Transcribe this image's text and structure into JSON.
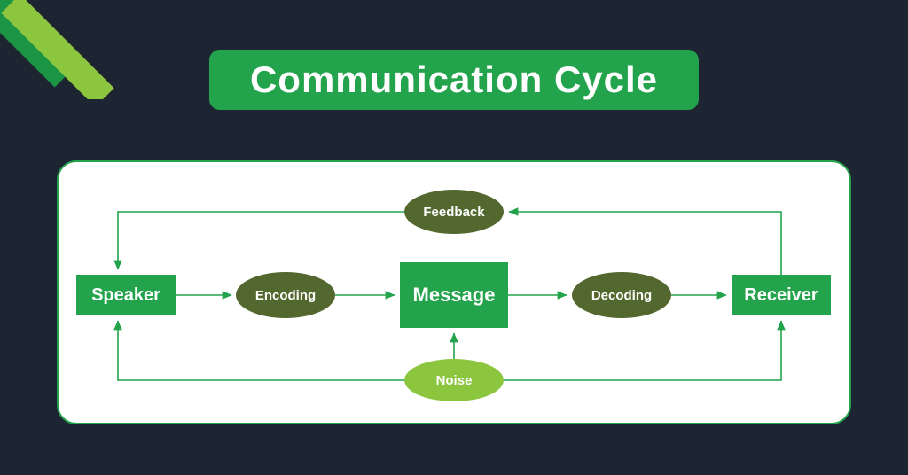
{
  "title": "Communication Cycle",
  "colors": {
    "background": "#1d2533",
    "accent_green": "#23a44c",
    "olive_green": "#53682e",
    "light_green": "#8cc63f",
    "panel_background": "#ffffff",
    "text_on_shapes": "#ffffff"
  },
  "diagram": {
    "nodes": [
      {
        "id": "speaker",
        "label": "Speaker",
        "shape": "rectangle",
        "color": "#23a44c"
      },
      {
        "id": "encoding",
        "label": "Encoding",
        "shape": "ellipse",
        "color": "#53682e"
      },
      {
        "id": "message",
        "label": "Message",
        "shape": "rectangle",
        "color": "#23a44c"
      },
      {
        "id": "decoding",
        "label": "Decoding",
        "shape": "ellipse",
        "color": "#53682e"
      },
      {
        "id": "receiver",
        "label": "Receiver",
        "shape": "rectangle",
        "color": "#23a44c"
      },
      {
        "id": "feedback",
        "label": "Feedback",
        "shape": "ellipse",
        "color": "#53682e"
      },
      {
        "id": "noise",
        "label": "Noise",
        "shape": "ellipse",
        "color": "#8cc63f"
      }
    ],
    "edges": [
      {
        "from": "speaker",
        "to": "encoding"
      },
      {
        "from": "encoding",
        "to": "message"
      },
      {
        "from": "message",
        "to": "decoding"
      },
      {
        "from": "decoding",
        "to": "receiver"
      },
      {
        "from": "receiver",
        "to": "feedback"
      },
      {
        "from": "feedback",
        "to": "speaker"
      },
      {
        "from": "noise",
        "to": "speaker"
      },
      {
        "from": "noise",
        "to": "message"
      },
      {
        "from": "noise",
        "to": "receiver"
      }
    ]
  }
}
